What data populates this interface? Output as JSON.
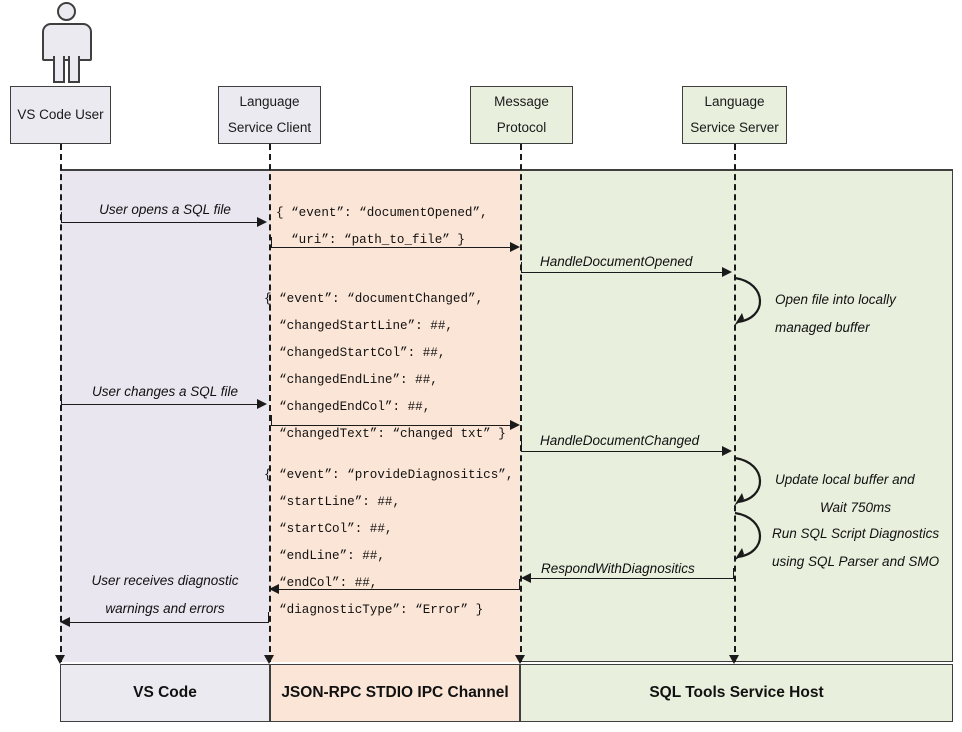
{
  "diagram": {
    "title": "SQL Tools Service language protocol sequence diagram",
    "actor_name": "vs-code-user-actor"
  },
  "colors": {
    "vscode_band": "#e9e6ef",
    "ipc_band": "#fbe5d6",
    "host_band": "#e8efdd",
    "stroke": "#3f3f3f",
    "text": "#111111"
  },
  "lifelines": [
    {
      "id": "vs-code-user",
      "line1": "VS Code User",
      "line2": "",
      "fill": "purple"
    },
    {
      "id": "language-service-client",
      "line1": "Language",
      "line2": "Service Client",
      "fill": "purple"
    },
    {
      "id": "message-protocol",
      "line1": "Message",
      "line2": "Protocol",
      "fill": "green"
    },
    {
      "id": "language-service-server",
      "line1": "Language",
      "line2": "Service Server",
      "fill": "green"
    }
  ],
  "messages": {
    "user_opens_file": "User opens a SQL file",
    "user_changes_file": "User changes a SQL file",
    "user_receives_line1": "User receives diagnostic",
    "user_receives_line2": "warnings and errors",
    "handle_document_opened": "HandleDocumentOpened",
    "handle_document_changed": "HandleDocumentChanged",
    "respond_with_diagnostics": "RespondWithDiagnositics"
  },
  "payloads": {
    "document_opened": "{ “event”: “documentOpened”,\n  “uri”: “path_to_file” }",
    "document_changed": "{ “event”: “documentChanged”,\n  “changedStartLine”: ##,\n  “changedStartCol”: ##,\n  “changedEndLine”: ##,\n  “changedEndCol”: ##,\n  “changedText”: “changed txt” }",
    "provide_diagnostics": "{ “event”: “provideDiagnositics”,\n  “startLine”: ##,\n  “startCol”: ##,\n  “endLine”: ##,\n  “endCol”: ##,\n  “diagnosticType”: “Error” }"
  },
  "self_actions": [
    {
      "id": "open-file-buffer",
      "line1": "Open file into locally",
      "line2": "managed buffer"
    },
    {
      "id": "update-buffer",
      "line1": "Update local buffer and",
      "line2": "Wait 750ms"
    },
    {
      "id": "run-diagnostics",
      "line1": "Run SQL Script Diagnostics",
      "line2": "using SQL Parser and SMO"
    }
  ],
  "footer": {
    "vscode": "VS Code",
    "ipc": "JSON-RPC STDIO IPC Channel",
    "host": "SQL Tools Service Host"
  }
}
